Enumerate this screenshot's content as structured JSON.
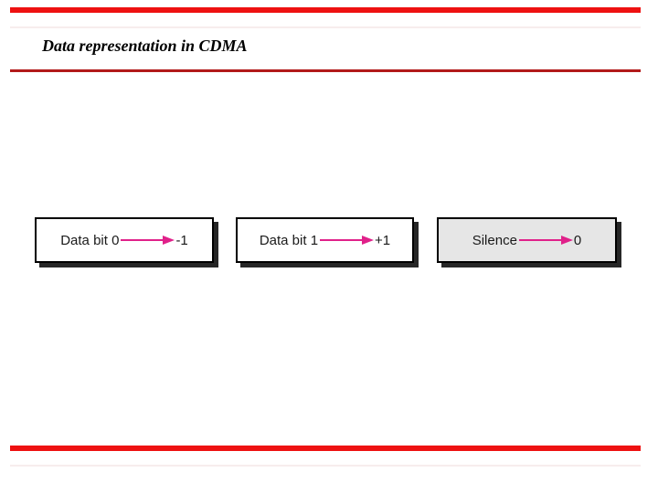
{
  "slide": {
    "title": "Data representation in CDMA"
  },
  "boxes": [
    {
      "label": "Data bit 0",
      "value": "-1",
      "bg": "#ffffff"
    },
    {
      "label": "Data bit 1",
      "value": "+1",
      "bg": "#ffffff"
    },
    {
      "label": "Silence",
      "value": "0",
      "bg": "#e6e6e6"
    }
  ],
  "icons": [
    {
      "name": "right-arrow-icon",
      "glyph": "⟶",
      "color": "#e0218a"
    }
  ],
  "colors": {
    "rule_red": "#ee1111",
    "rule_dark_red": "#b21a1a",
    "arrow_magenta": "#e0218a",
    "silence_box_bg": "#e6e6e6",
    "box_border": "#000000",
    "box_shadow": "#262626",
    "box_text": "#1a1a1a",
    "title_color": "#000000",
    "hairline": "#f7eded"
  }
}
